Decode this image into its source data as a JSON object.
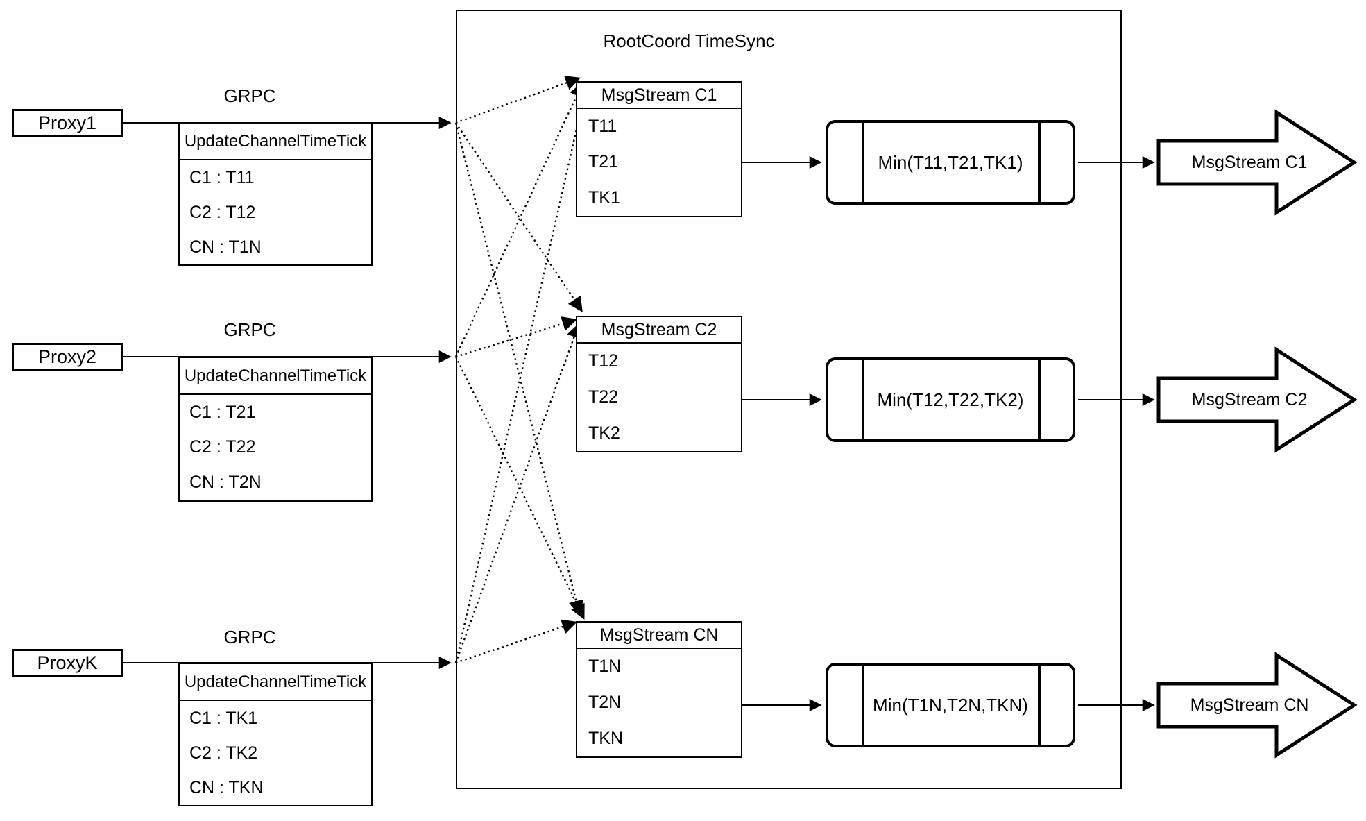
{
  "diagram": {
    "title": "RootCoord TimeSync",
    "grpc_label": "GRPC",
    "rows": [
      {
        "proxy": "Proxy1",
        "update_table": {
          "header": "UpdateChannelTimeTick",
          "entries": [
            "C1 :  T11",
            "C2 :  T12",
            "CN : T1N"
          ]
        },
        "msgstream_table": {
          "header": "MsgStream C1",
          "entries": [
            "T11",
            "T21",
            "TK1"
          ]
        },
        "min_label": "Min(T11,T21,TK1)",
        "output_label": "MsgStream C1"
      },
      {
        "proxy": "Proxy2",
        "update_table": {
          "header": "UpdateChannelTimeTick",
          "entries": [
            "C1 :  T21",
            "C2 :  T22",
            "CN : T2N"
          ]
        },
        "msgstream_table": {
          "header": "MsgStream C2",
          "entries": [
            "T12",
            "T22",
            "TK2"
          ]
        },
        "min_label": "Min(T12,T22,TK2)",
        "output_label": "MsgStream C2"
      },
      {
        "proxy": "ProxyK",
        "update_table": {
          "header": "UpdateChannelTimeTick",
          "entries": [
            "C1 :  TK1",
            "C2 :  TK2",
            "CN : TKN"
          ]
        },
        "msgstream_table": {
          "header": "MsgStream CN",
          "entries": [
            "T1N",
            "T2N",
            "TKN"
          ]
        },
        "min_label": "Min(T1N,T2N,TKN)",
        "output_label": "MsgStream CN"
      }
    ]
  }
}
